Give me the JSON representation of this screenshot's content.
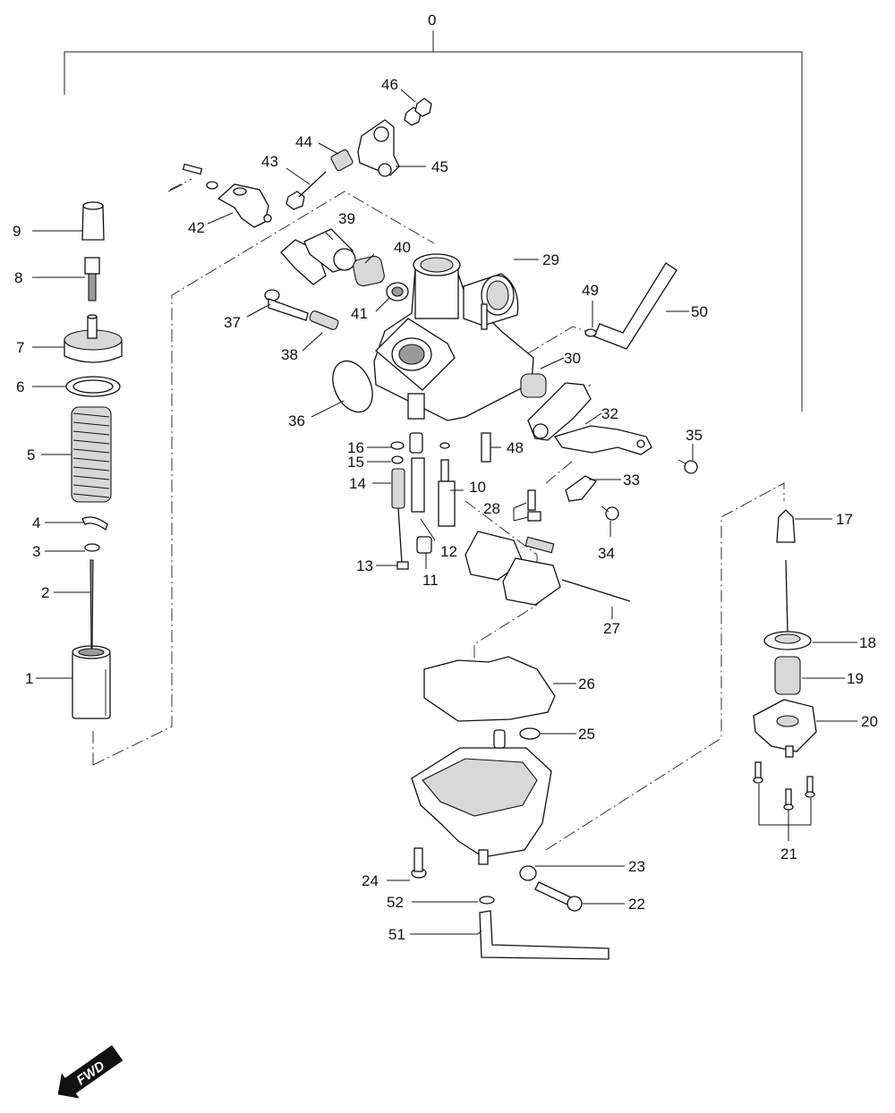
{
  "callouts": {
    "n0": "0",
    "n1": "1",
    "n2": "2",
    "n3": "3",
    "n4": "4",
    "n5": "5",
    "n6": "6",
    "n7": "7",
    "n8": "8",
    "n9": "9",
    "n10": "10",
    "n11": "11",
    "n12": "12",
    "n13": "13",
    "n14": "14",
    "n15": "15",
    "n16": "16",
    "n17": "17",
    "n18": "18",
    "n19": "19",
    "n20": "20",
    "n21": "21",
    "n22": "22",
    "n23": "23",
    "n24": "24",
    "n25": "25",
    "n26": "26",
    "n27": "27",
    "n28": "28",
    "n29": "29",
    "n30": "30",
    "n32": "32",
    "n33": "33",
    "n34": "34",
    "n35": "35",
    "n36": "36",
    "n37": "37",
    "n38": "38",
    "n39": "39",
    "n40": "40",
    "n41": "41",
    "n42": "42",
    "n43": "43",
    "n44": "44",
    "n45": "45",
    "n46": "46",
    "n48": "48",
    "n49": "49",
    "n50": "50",
    "n51": "51",
    "n52": "52"
  },
  "fwd_badge": {
    "text": "FWD"
  }
}
